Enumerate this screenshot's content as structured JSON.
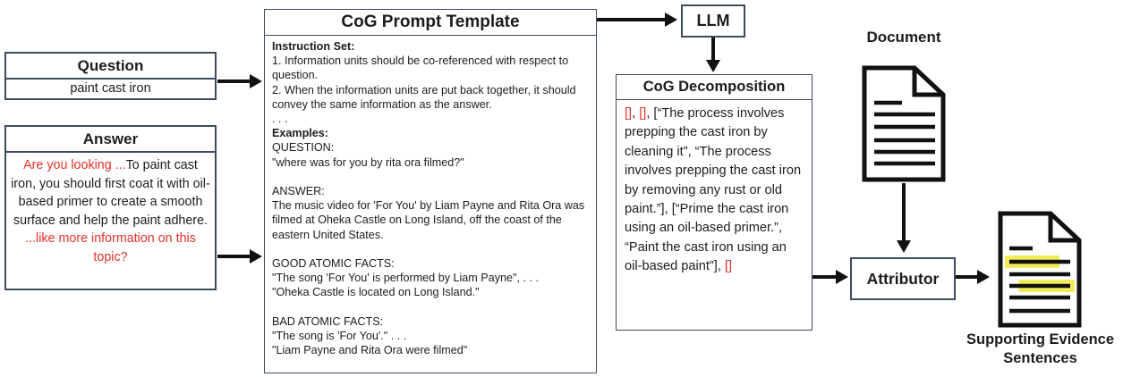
{
  "palette": {
    "border": "#3e4a5e",
    "arrow": "#111111",
    "red": "#e33128",
    "text": "#1c1c1c",
    "highlight": "#f3ec5a"
  },
  "question_box": {
    "title": "Question",
    "content": "paint cast iron"
  },
  "answer_box": {
    "title": "Answer",
    "segments": [
      {
        "text": "Are you looking ...",
        "red": true
      },
      {
        "text": "To paint cast iron, you should first coat it with oil-based primer to create a smooth surface and help the paint adhere. ",
        "red": false
      },
      {
        "text": "...like more information on this topic?",
        "red": true
      }
    ]
  },
  "prompt_template_box": {
    "title": "CoG Prompt Template",
    "lines": [
      {
        "text": "Instruction Set:",
        "bold": true
      },
      {
        "text": "1. Information units should be co-referenced with respect to question."
      },
      {
        "text": "2. When the information units are put back together, it should convey the same information as the answer."
      },
      {
        "text": ". . ."
      },
      {
        "text": "Examples:",
        "bold": true
      },
      {
        "text": "QUESTION:"
      },
      {
        "text": "\"where was for you by rita ora filmed?\""
      },
      {
        "text": ""
      },
      {
        "text": "ANSWER:"
      },
      {
        "text": "The music video for 'For You' by Liam Payne and Rita Ora was filmed at Oheka Castle on Long Island, off the coast of the eastern United States."
      },
      {
        "text": ""
      },
      {
        "text": "GOOD ATOMIC FACTS:"
      },
      {
        "text": "\"The song 'For You' is performed by Liam Payne\", . . ."
      },
      {
        "text": "\"Oheka Castle is located on Long Island.\""
      },
      {
        "text": ""
      },
      {
        "text": "BAD ATOMIC FACTS:"
      },
      {
        "text": "\"The song is 'For You'.\" . . ."
      },
      {
        "text": "\"Liam Payne and Rita Ora were filmed\""
      }
    ]
  },
  "llm_box": {
    "label": "LLM"
  },
  "decomposition_box": {
    "title": "CoG Decomposition",
    "segments": [
      {
        "text": "[]",
        "red": true
      },
      {
        "text": ", ",
        "red": false
      },
      {
        "text": "[]",
        "red": true
      },
      {
        "text": ", [“The process involves prepping the cast iron by cleaning it”, “The process involves prepping the cast iron by removing any rust or old paint.”], [“Prime the cast iron using an oil-based primer.”, “Paint the cast iron using an oil-based paint”], ",
        "red": false
      },
      {
        "text": "[]",
        "red": true
      }
    ]
  },
  "document": {
    "label": "Document"
  },
  "attributor_box": {
    "label": "Attributor"
  },
  "supporting_evidence": {
    "label": "Supporting Evidence\nSentences"
  }
}
